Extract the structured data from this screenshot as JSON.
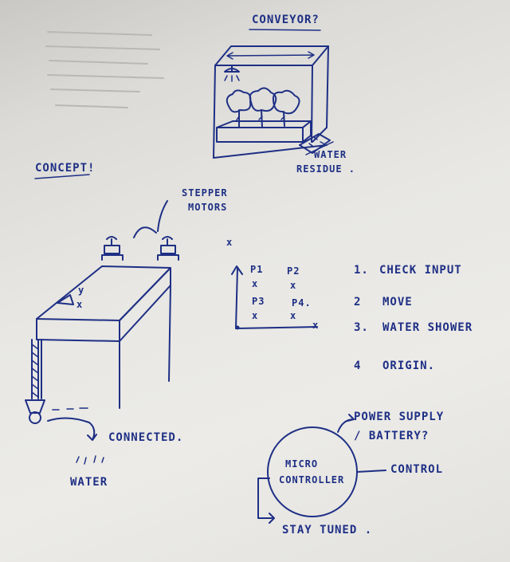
{
  "sketch": {
    "conveyor": {
      "title": "CONVEYOR?",
      "note_line1": "WATER",
      "note_line2": "RESIDUE ."
    },
    "concept": {
      "title": "CONCEPT!",
      "stepper_line1": "STEPPER",
      "stepper_line2": "MOTORS",
      "axis_y": "y",
      "axis_x": "x",
      "connected": "CONNECTED.",
      "water": "WATER"
    },
    "grid": {
      "points": [
        {
          "label": "P1",
          "mark": "x"
        },
        {
          "label": "P2",
          "mark": "x"
        },
        {
          "label": "P3",
          "mark": "x"
        },
        {
          "label": "P4.",
          "mark": "x"
        }
      ],
      "extra_marks": [
        "x",
        "x"
      ]
    },
    "steps": [
      {
        "num": "1.",
        "text": "CHECK INPUT"
      },
      {
        "num": "2",
        "text": "MOVE"
      },
      {
        "num": "3.",
        "text": "WATER SHOWER"
      },
      {
        "num": "4",
        "text": "ORIGIN."
      }
    ],
    "controller": {
      "label_line1": "MICRO",
      "label_line2": "CONTROLLER",
      "power_line1": "POWER SUPPLY",
      "power_line2": "/ BATTERY?",
      "control": "CONTROL",
      "stay_tuned": "STAY TUNED ."
    }
  },
  "colors": {
    "ink": "#1e2f85",
    "paper": "#e8e7e3"
  }
}
